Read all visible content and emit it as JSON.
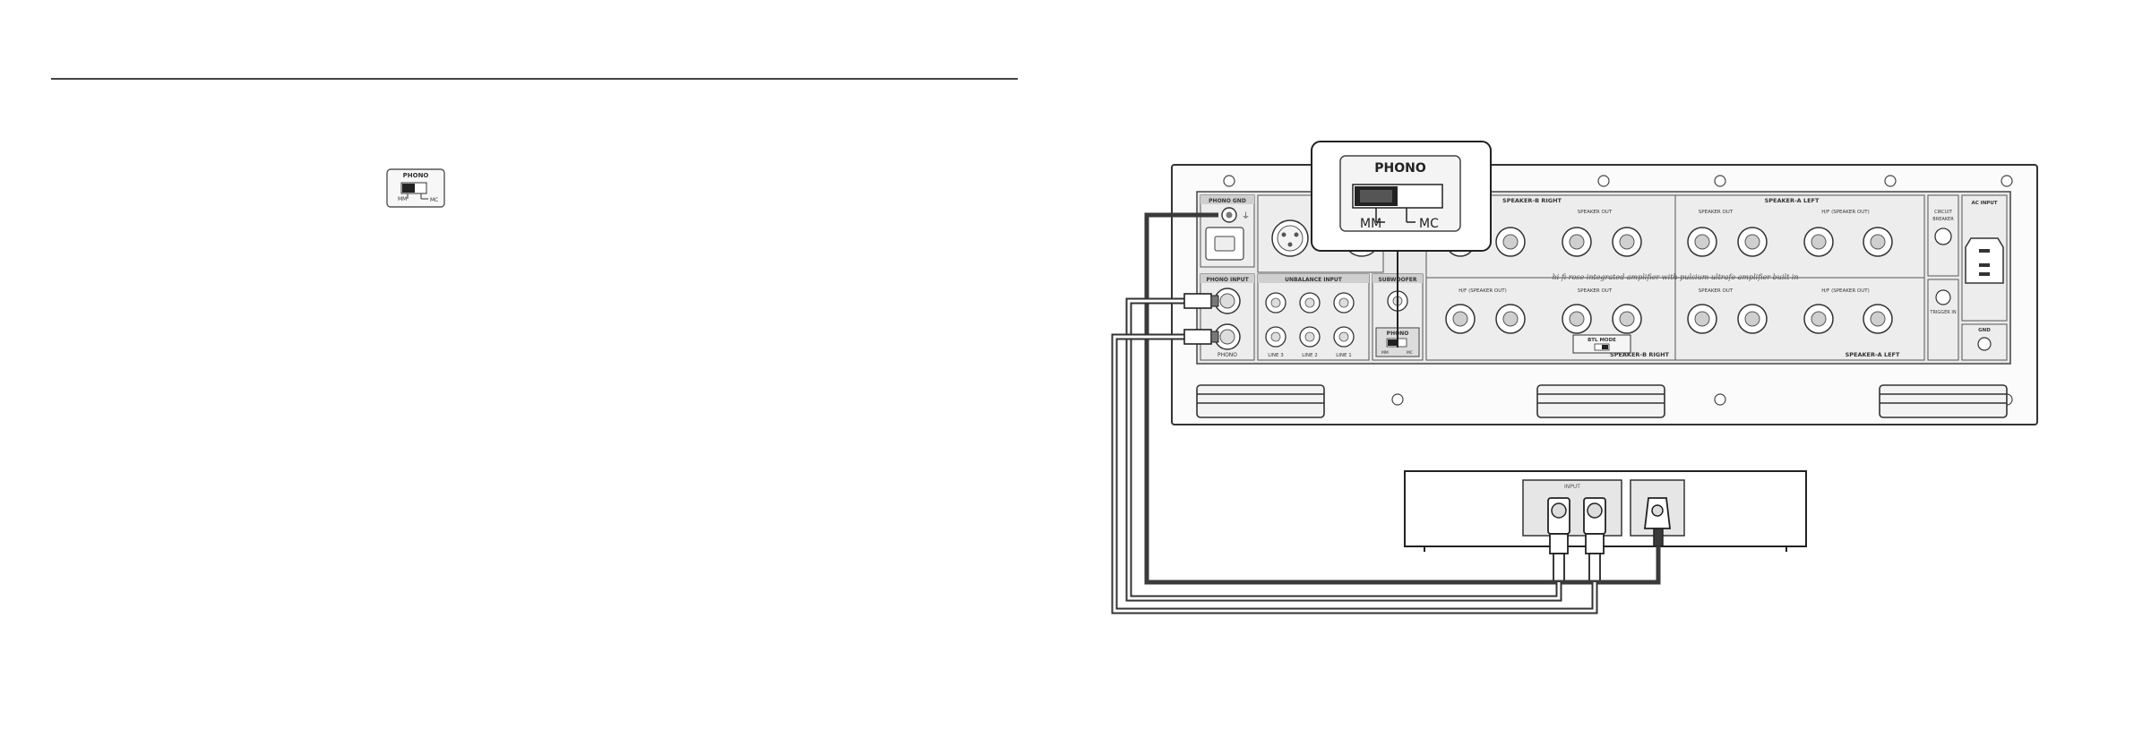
{
  "switch_small": {
    "title": "PHONO",
    "left": "MM",
    "right": "MC"
  },
  "callout": {
    "title": "PHONO",
    "left": "MM",
    "right": "MC"
  },
  "amp": {
    "phono_gnd": "PHONO GND",
    "phono_input": "PHONO INPUT",
    "phono_jack": "PHONO",
    "unbalance_input": "UNBALANCE INPUT",
    "line_labels": [
      "LINE 3",
      "LINE 2",
      "LINE 1"
    ],
    "subwoofer": "SUBWOOFER",
    "phono_switch": {
      "title": "PHONO",
      "left": "MM",
      "right": "MC"
    },
    "speaker_b_right_top": "SPEAKER-B RIGHT",
    "speaker_a_left_top": "SPEAKER-A LEFT",
    "speaker_b_right_bottom": "SPEAKER-B RIGHT",
    "speaker_a_left_bottom": "SPEAKER-A LEFT",
    "speaker_out": "SPEAKER OUT",
    "hf_speaker_out": "H/F (SPEAKER OUT)",
    "plus": "+",
    "minus": "−",
    "slogan": "hi-fi rose integrated amplifier with pulsium ultrafe amplifier built in",
    "btl_mode": "BTL MODE",
    "circuit_breaker": [
      "CIRCUIT",
      "BREAKER"
    ],
    "trigger": "TRIGGER IN",
    "ac_input": "AC INPUT",
    "gnd": "GND",
    "input_label": "INPUT"
  },
  "colors": {
    "line": "#333333",
    "panel": "#e9e9e9",
    "panel_dark": "#cfcfcf",
    "cable_dark": "#3a3a3a"
  }
}
